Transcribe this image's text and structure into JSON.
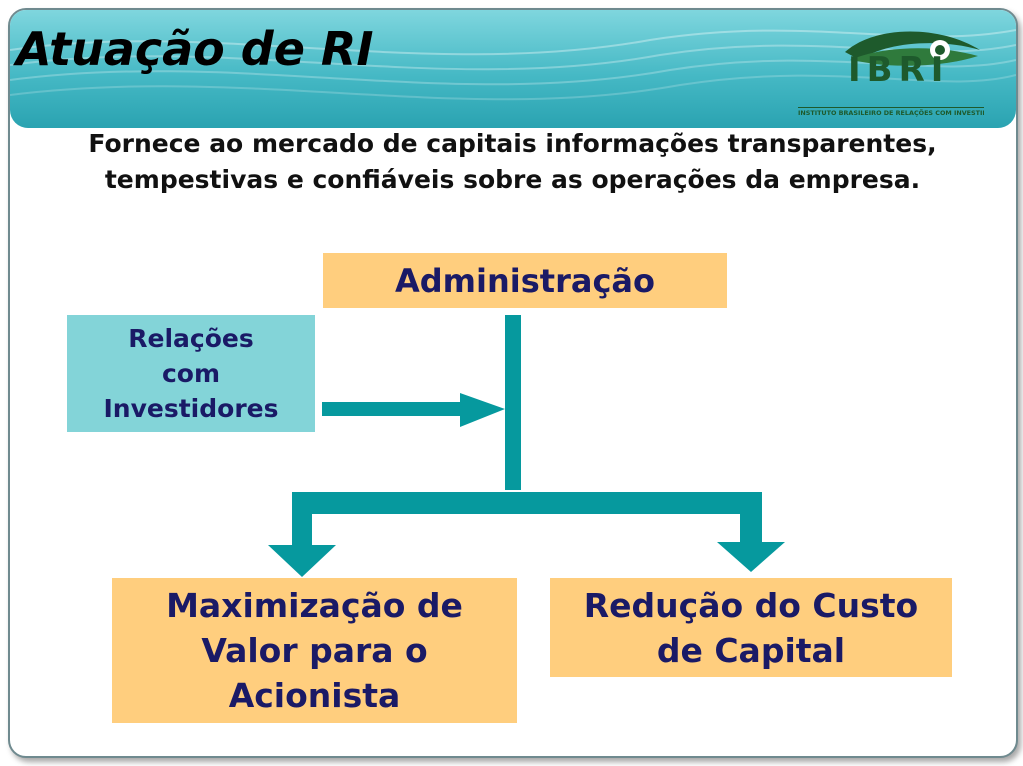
{
  "slide": {
    "title": "Atuação de RI",
    "intro": "Fornece ao mercado de capitais informações transparentes, tempestivas e confiáveis sobre as operações da empresa."
  },
  "logo": {
    "name": "IBRI",
    "subtitle": "INSTITUTO BRASILEIRO DE RELAÇÕES COM INVESTIDORES"
  },
  "diagram": {
    "top": "Administração",
    "side_lines": [
      "Relações",
      "com",
      "Investidores"
    ],
    "left_lines": [
      "Maximização de",
      "Valor para o",
      "Acionista"
    ],
    "right_lines": [
      "Redução do Custo",
      "de Capital"
    ]
  },
  "colors": {
    "connector": "#06999e",
    "box_orange": "#ffce7e",
    "box_teal": "#83d4d8",
    "box_text": "#1a1a66"
  }
}
